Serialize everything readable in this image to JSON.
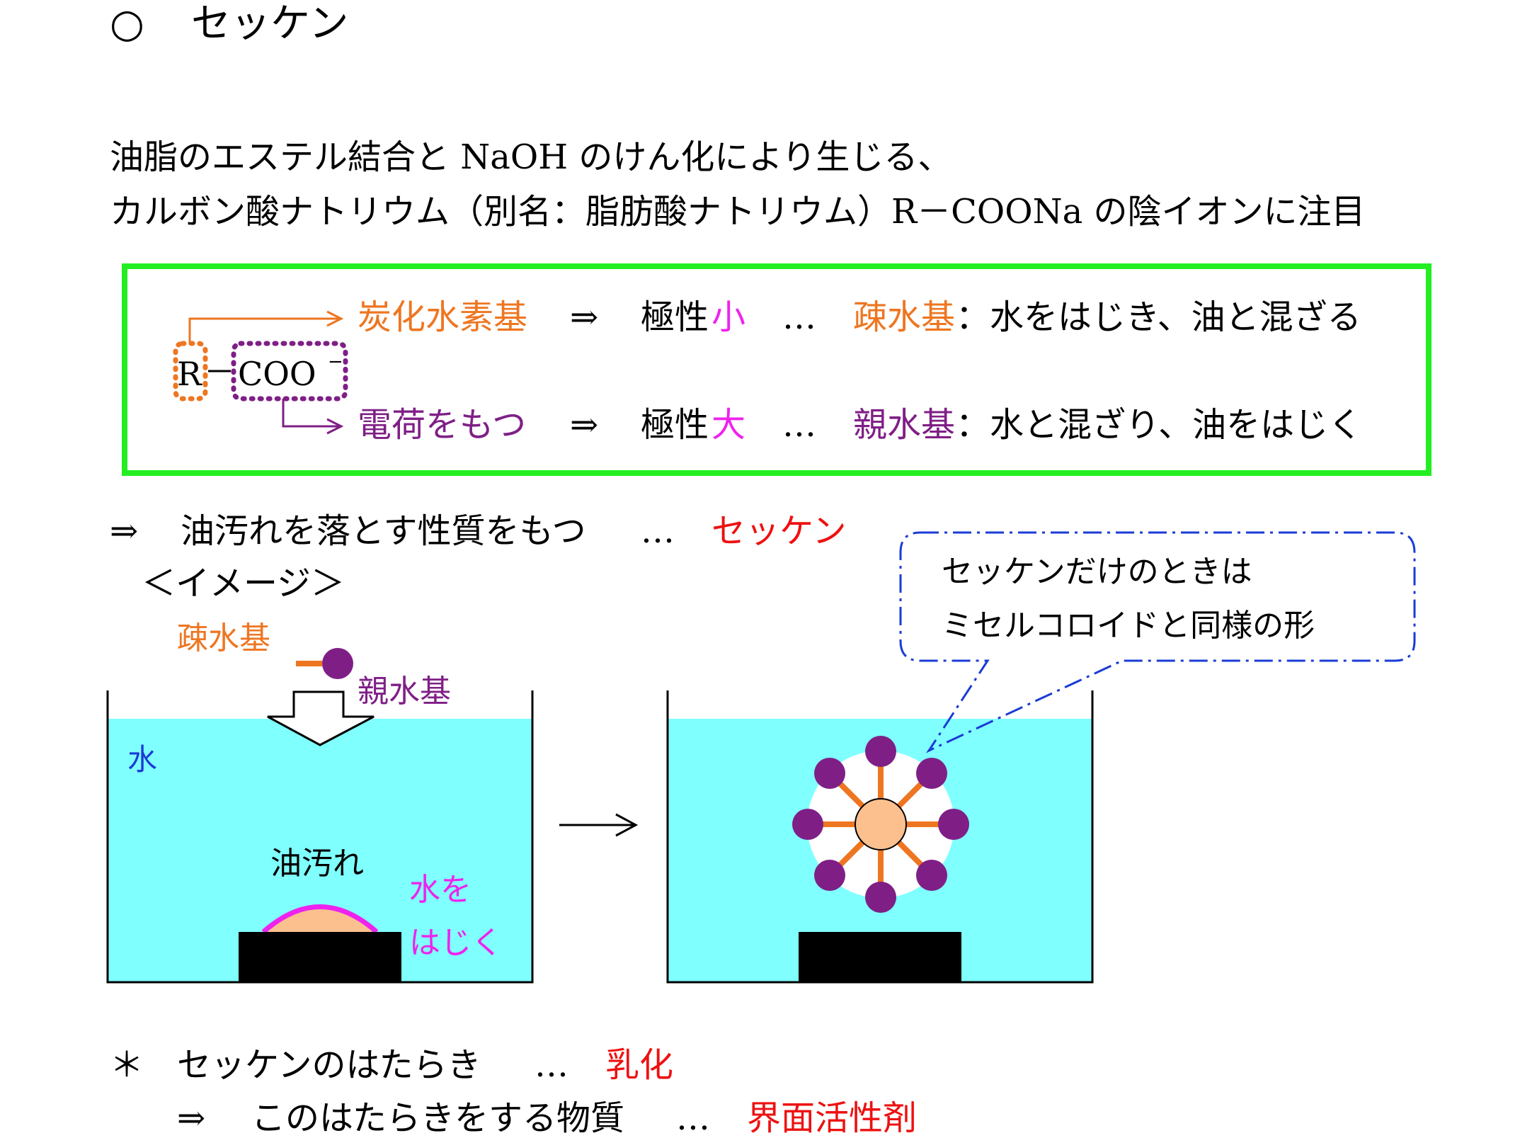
{
  "title": {
    "bullet": "○",
    "text": "セッケン"
  },
  "intro": {
    "line1": "油脂のエステル結合と NaOH のけん化により生じる、",
    "line2": "カルボン酸ナトリウム（別名：脂肪酸ナトリウム）R－COONa の陰イオンに注目"
  },
  "structure": {
    "r": "R",
    "coo": "COO",
    "charge": "−",
    "row1": {
      "group": "炭化水素基",
      "arrow": "⇒",
      "polarity_prefix": "極性",
      "polarity": "小",
      "dots": "…",
      "name": "疎水基",
      "desc": "：水をはじき、油と混ざる"
    },
    "row2": {
      "group": "電荷をもつ",
      "arrow": "⇒",
      "polarity_prefix": "極性",
      "polarity": "大",
      "dots": "…",
      "name": "親水基",
      "desc": "：水と混ざり、油をはじく"
    }
  },
  "conclusion": {
    "arrow": "⇒",
    "text": "油汚れを落とす性質をもつ",
    "dots": "…",
    "answer": "セッケン"
  },
  "image_label": "＜イメージ＞",
  "diagram": {
    "hydrophobic_label": "疎水基",
    "hydrophilic_label": "親水基",
    "water_label": "水",
    "oil_label": "油汚れ",
    "repel_line1": "水を",
    "repel_line2": "はじく",
    "process_arrow": "→",
    "callout_line1": "セッケンだけのときは",
    "callout_line2": "ミセルコロイドと同様の形"
  },
  "notes": {
    "bullet": "＊",
    "line1_text": "セッケンのはたらき",
    "line1_dots": "…",
    "line1_answer": "乳化",
    "line2_arrow": "⇒",
    "line2_text": "このはたらきをする物質",
    "line2_dots": "…",
    "line2_answer": "界面活性剤"
  },
  "colors": {
    "hydrophobic": "#ee7621",
    "hydrophilic": "#7f1f86",
    "water": "#80ffff",
    "oil": "#fbc08e",
    "frame": "#22ee22",
    "callout": "#1a3bd6",
    "answer": "#ee1111",
    "polarity": "#ee22ee"
  }
}
